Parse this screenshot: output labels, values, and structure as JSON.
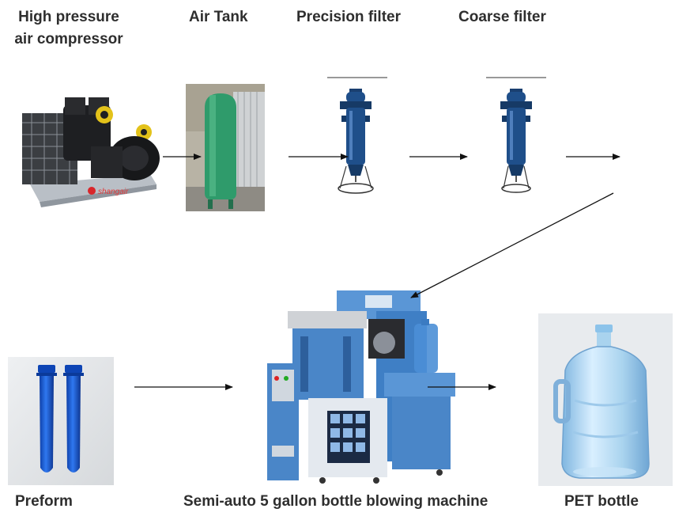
{
  "labels": {
    "compressor_line1": "High pressure",
    "compressor_line2": "air compressor",
    "air_tank": "Air Tank",
    "precision_filter": "Precision filter",
    "coarse_filter": "Coarse filter",
    "preform": "Preform",
    "machine": "Semi-auto 5 gallon bottle blowing machine",
    "pet_bottle": "PET bottle"
  },
  "images": {
    "compressor_brand": "shangair"
  },
  "colors": {
    "text": "#2e2e2e",
    "arrow": "#111111",
    "tank_green": "#2f9b6b",
    "filter_blue": "#1f4f8a",
    "machine_blue": "#4a86c8",
    "preform_blue": "#1d5fd0",
    "bottle_blue": "#a9d3ee"
  }
}
